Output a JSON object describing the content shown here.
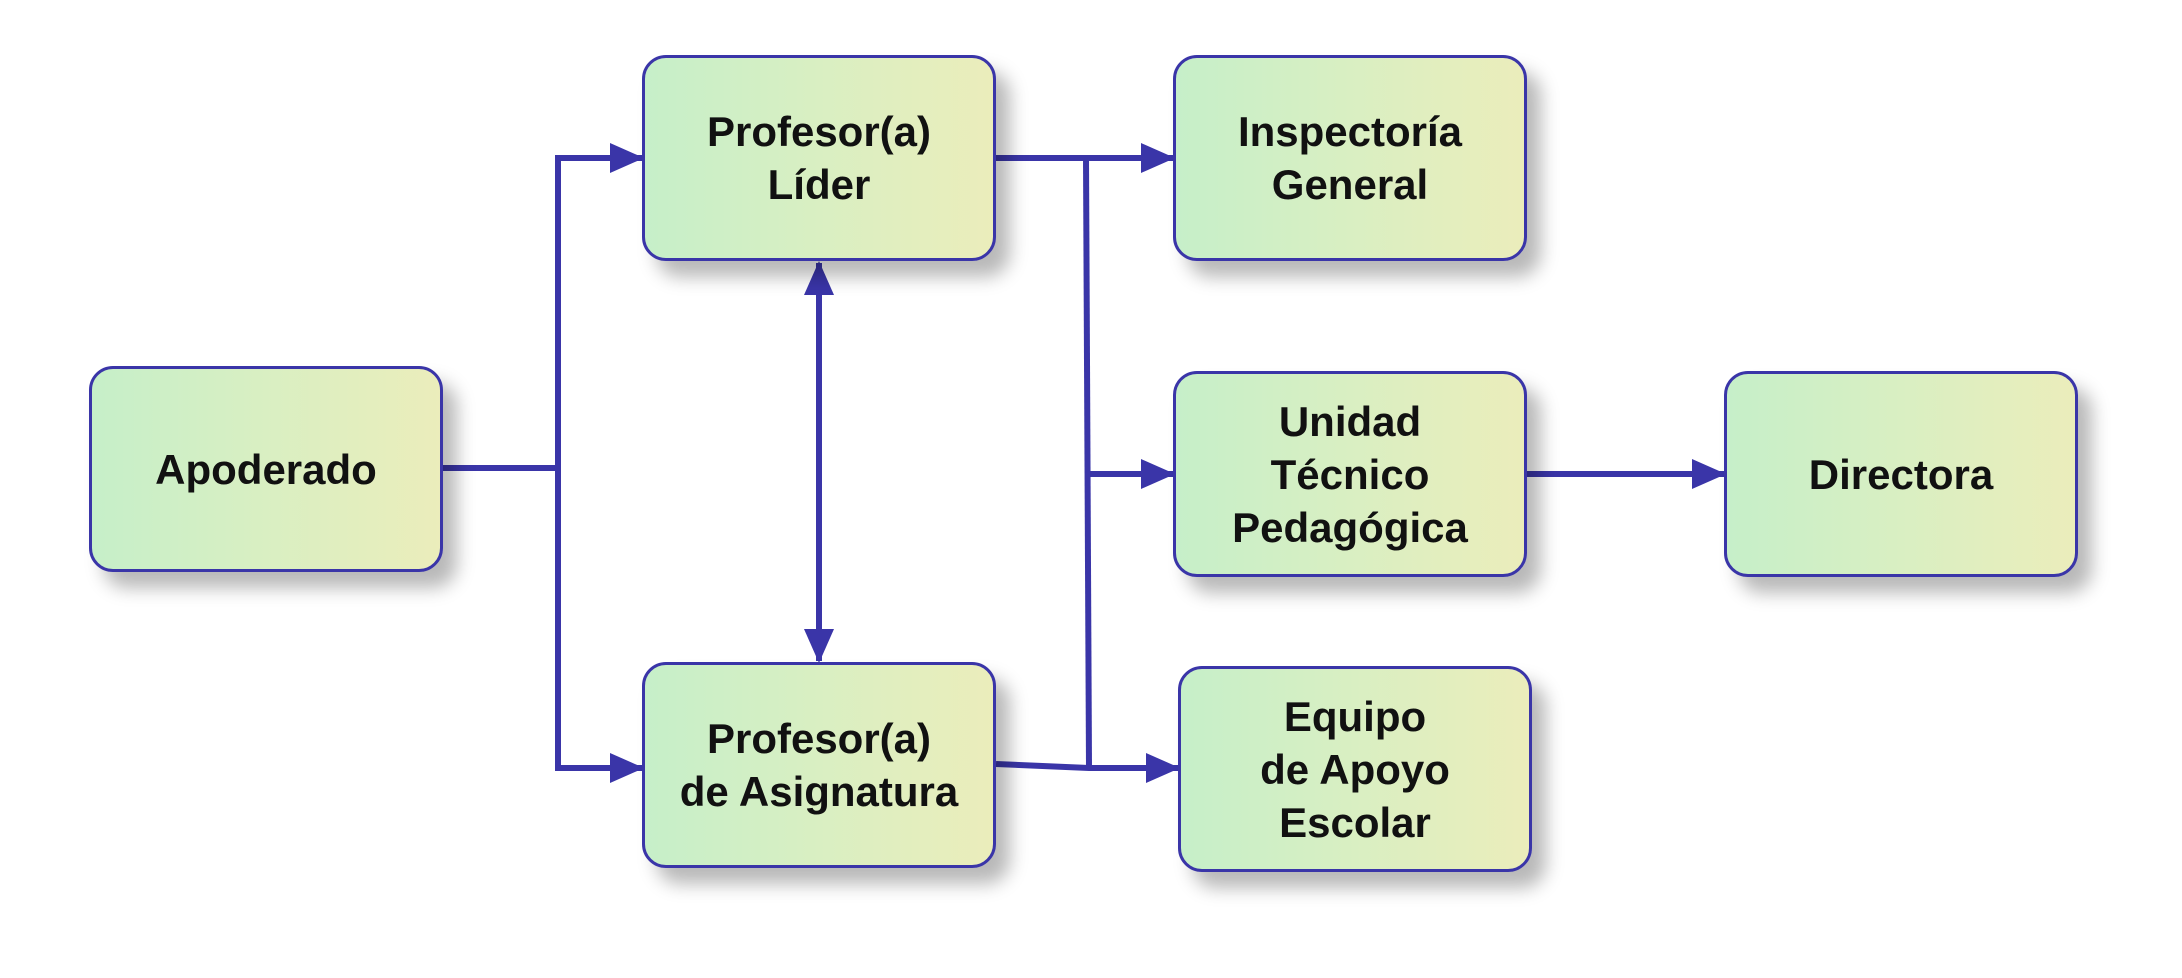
{
  "diagram": {
    "type": "flowchart",
    "colors": {
      "connector": "#3a35a8",
      "node_border": "#3a35a8",
      "node_fill_start": "#c6efc9",
      "node_fill_end": "#ebedbb",
      "text": "#111111"
    },
    "nodes": {
      "apoderado": "Apoderado",
      "profesor_lider": "Profesor(a)\nLíder",
      "profesor_asignatura": "Profesor(a)\nde Asignatura",
      "inspectoria_general": "Inspectoría\nGeneral",
      "unidad_tecnico_pedagogica": "Unidad\nTécnico\nPedagógica",
      "equipo_apoyo_escolar": "Equipo\nde Apoyo\nEscolar",
      "directora": "Directora"
    },
    "edges": [
      {
        "from": "apoderado",
        "to": "profesor_lider",
        "direction": "forward"
      },
      {
        "from": "apoderado",
        "to": "profesor_asignatura",
        "direction": "forward"
      },
      {
        "from": "profesor_lider",
        "to": "profesor_asignatura",
        "direction": "both"
      },
      {
        "from": "profesor_lider",
        "to": "inspectoria_general",
        "direction": "forward"
      },
      {
        "from": "profesor_lider",
        "to": "unidad_tecnico_pedagogica",
        "direction": "forward"
      },
      {
        "from": "profesor_lider",
        "to": "equipo_apoyo_escolar",
        "direction": "forward"
      },
      {
        "from": "profesor_asignatura",
        "to": "equipo_apoyo_escolar",
        "direction": "forward"
      },
      {
        "from": "unidad_tecnico_pedagogica",
        "to": "directora",
        "direction": "forward"
      }
    ]
  }
}
